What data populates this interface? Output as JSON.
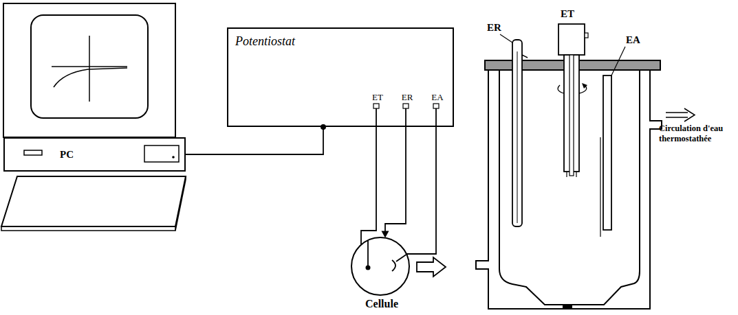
{
  "diagram": {
    "nodes": [
      {
        "text": [
          "PC"
        ]
      },
      {
        "text": [
          "Potentiostat",
          "ET",
          "ER",
          "EA"
        ]
      },
      {
        "text": [
          "Cellule"
        ]
      }
    ],
    "edges": [
      {
        "from": 0,
        "to": 1,
        "arrow": "none"
      },
      {
        "from": 1,
        "to": 2,
        "arrow": "none"
      },
      {
        "from": 1,
        "to": 2,
        "arrow": "to"
      },
      {
        "from": 1,
        "to": 2,
        "arrow": "none"
      }
    ],
    "labels": [
      "ER",
      "ET",
      "EA",
      "Circulation d'eau thermostathée"
    ]
  }
}
